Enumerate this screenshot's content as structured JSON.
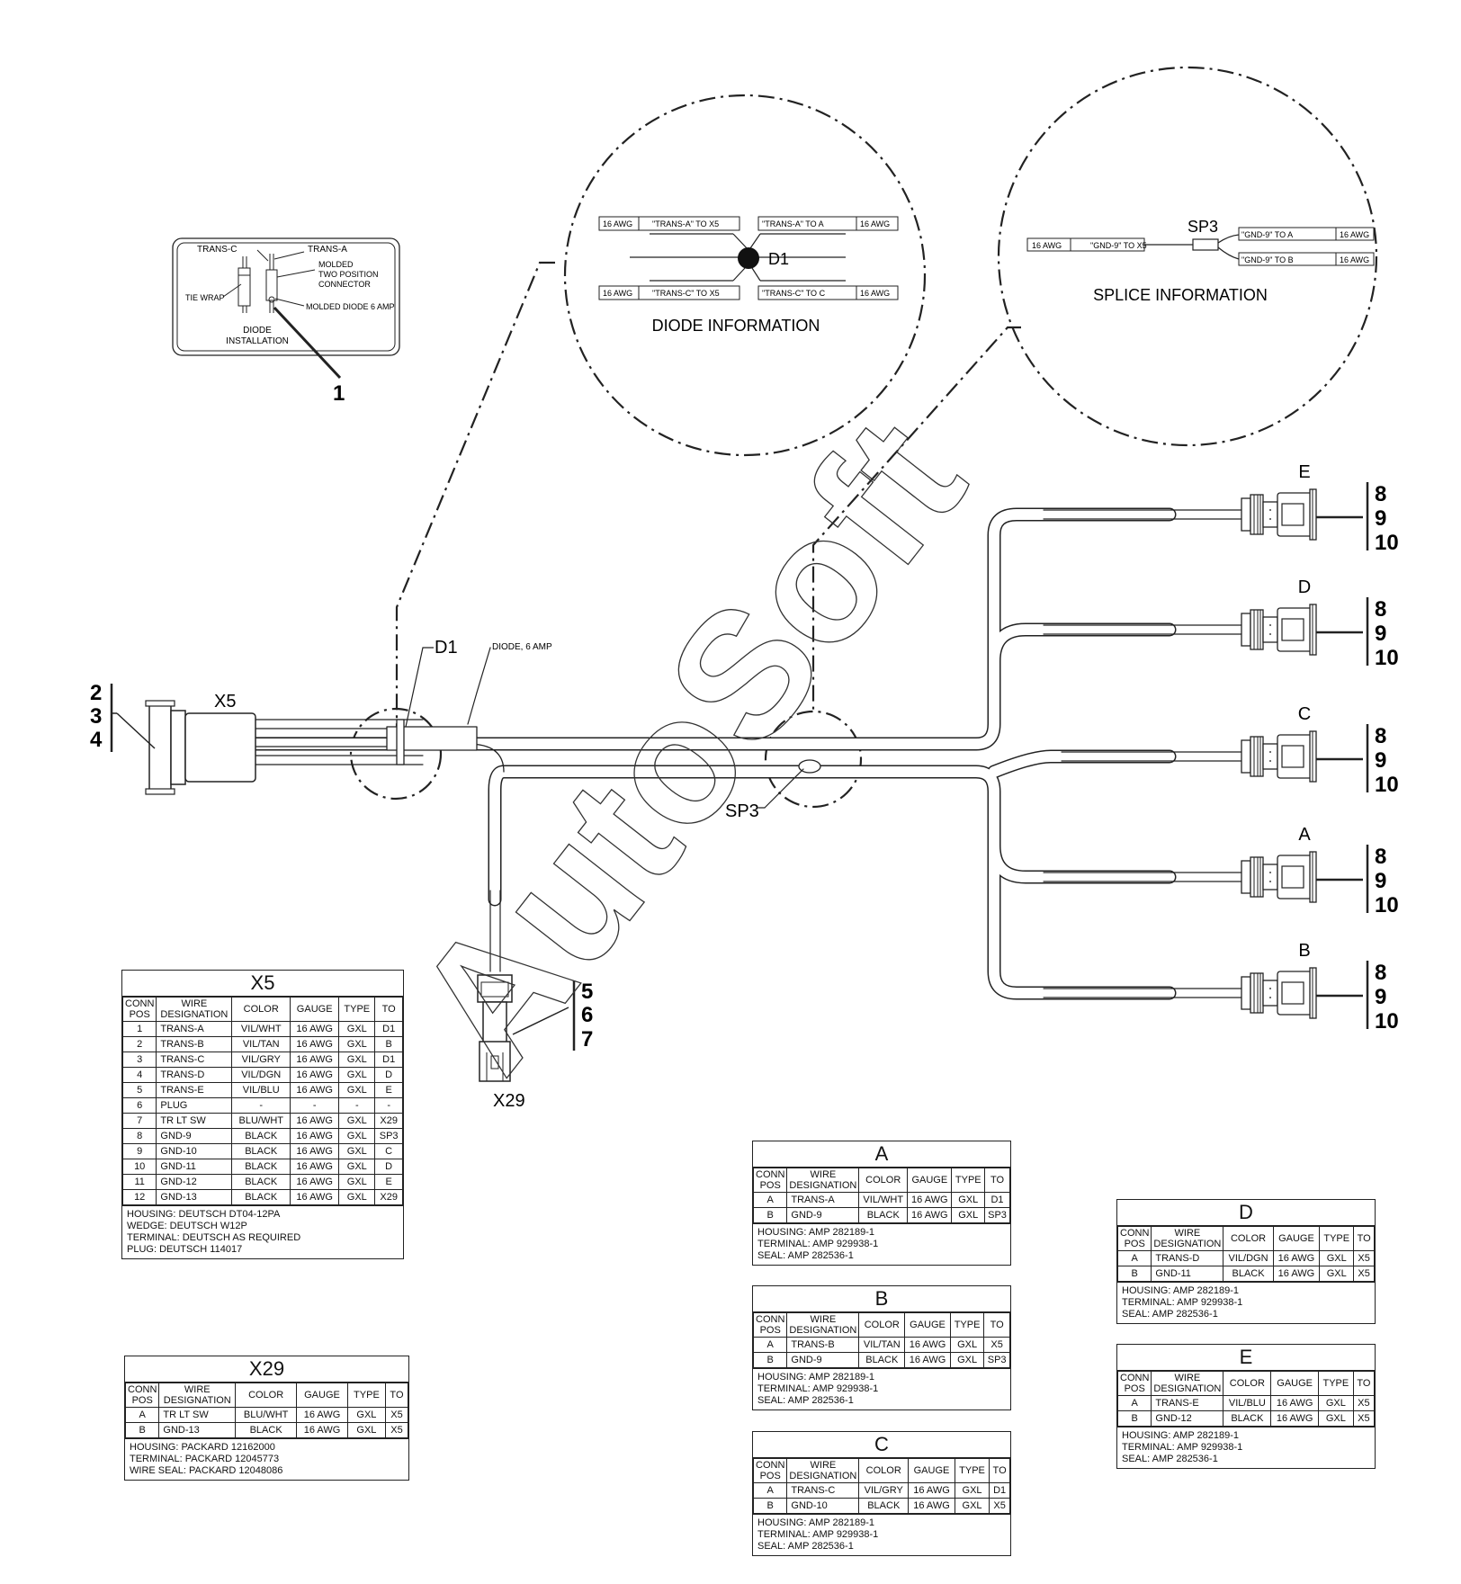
{
  "watermark": "AutoSoft",
  "inset": {
    "trans_c": "TRANS-C",
    "trans_a": "TRANS-A",
    "molded_connector_1": "MOLDED",
    "molded_connector_2": "TWO POSITION",
    "molded_connector_3": "CONNECTOR",
    "tie_wrap": "TIE WRAP",
    "molded_diode": "MOLDED DIODE 6 AMP",
    "caption_1": "DIODE",
    "caption_2": "INSTALLATION",
    "callout": "1"
  },
  "diode_info": {
    "title": "DIODE INFORMATION",
    "component": "D1",
    "tl_gauge": "16 AWG",
    "tl_desc": "\"TRANS-A\" TO X5",
    "tr_desc": "\"TRANS-A\" TO A",
    "tr_gauge": "16 AWG",
    "bl_gauge": "16 AWG",
    "bl_desc": "\"TRANS-C\" TO X5",
    "br_desc": "\"TRANS-C\" TO C",
    "br_gauge": "16 AWG"
  },
  "splice_info": {
    "title": "SPLICE INFORMATION",
    "component": "SP3",
    "l_gauge": "16 AWG",
    "l_desc": "\"GND-9\" TO X5",
    "ra_desc": "\"GND-9\" TO A",
    "ra_gauge": "16 AWG",
    "rb_desc": "\"GND-9\" TO B",
    "rb_gauge": "16 AWG"
  },
  "labels": {
    "x5": "X5",
    "x29": "X29",
    "d1": "D1",
    "diode_6amp": "DIODE, 6 AMP",
    "sp3": "SP3",
    "x5_callouts": [
      "2",
      "3",
      "4"
    ],
    "x29_callouts": [
      "5",
      "6",
      "7"
    ],
    "branch_callouts": [
      "8",
      "9",
      "10"
    ],
    "branches": [
      "E",
      "D",
      "C",
      "A",
      "B"
    ]
  },
  "tables": {
    "x5": {
      "title": "X5",
      "headers": [
        "CONN POS",
        "WIRE DESIGNATION",
        "COLOR",
        "GAUGE",
        "TYPE",
        "TO"
      ],
      "rows": [
        [
          "1",
          "TRANS-A",
          "VIL/WHT",
          "16 AWG",
          "GXL",
          "D1"
        ],
        [
          "2",
          "TRANS-B",
          "VIL/TAN",
          "16 AWG",
          "GXL",
          "B"
        ],
        [
          "3",
          "TRANS-C",
          "VIL/GRY",
          "16 AWG",
          "GXL",
          "D1"
        ],
        [
          "4",
          "TRANS-D",
          "VIL/DGN",
          "16 AWG",
          "GXL",
          "D"
        ],
        [
          "5",
          "TRANS-E",
          "VIL/BLU",
          "16 AWG",
          "GXL",
          "E"
        ],
        [
          "6",
          "PLUG",
          "-",
          "-",
          "-",
          "-"
        ],
        [
          "7",
          "TR LT SW",
          "BLU/WHT",
          "16 AWG",
          "GXL",
          "X29"
        ],
        [
          "8",
          "GND-9",
          "BLACK",
          "16 AWG",
          "GXL",
          "SP3"
        ],
        [
          "9",
          "GND-10",
          "BLACK",
          "16 AWG",
          "GXL",
          "C"
        ],
        [
          "10",
          "GND-11",
          "BLACK",
          "16 AWG",
          "GXL",
          "D"
        ],
        [
          "11",
          "GND-12",
          "BLACK",
          "16 AWG",
          "GXL",
          "E"
        ],
        [
          "12",
          "GND-13",
          "BLACK",
          "16 AWG",
          "GXL",
          "X29"
        ]
      ],
      "notes": [
        "HOUSING: DEUTSCH DT04-12PA",
        "WEDGE: DEUTSCH W12P",
        "TERMINAL: DEUTSCH AS REQUIRED",
        "PLUG: DEUTSCH 114017"
      ]
    },
    "x29": {
      "title": "X29",
      "headers": [
        "CONN POS",
        "WIRE DESIGNATION",
        "COLOR",
        "GAUGE",
        "TYPE",
        "TO"
      ],
      "rows": [
        [
          "A",
          "TR LT SW",
          "BLU/WHT",
          "16 AWG",
          "GXL",
          "X5"
        ],
        [
          "B",
          "GND-13",
          "BLACK",
          "16 AWG",
          "GXL",
          "X5"
        ]
      ],
      "notes": [
        "HOUSING: PACKARD 12162000",
        "TERMINAL: PACKARD 12045773",
        "WIRE SEAL: PACKARD 12048086"
      ]
    },
    "a": {
      "title": "A",
      "headers": [
        "CONN POS",
        "WIRE DESIGNATION",
        "COLOR",
        "GAUGE",
        "TYPE",
        "TO"
      ],
      "rows": [
        [
          "A",
          "TRANS-A",
          "VIL/WHT",
          "16 AWG",
          "GXL",
          "D1"
        ],
        [
          "B",
          "GND-9",
          "BLACK",
          "16 AWG",
          "GXL",
          "SP3"
        ]
      ],
      "notes": [
        "HOUSING: AMP 282189-1",
        "TERMINAL:  AMP 929938-1",
        "SEAL: AMP 282536-1"
      ]
    },
    "b": {
      "title": "B",
      "headers": [
        "CONN POS",
        "WIRE DESIGNATION",
        "COLOR",
        "GAUGE",
        "TYPE",
        "TO"
      ],
      "rows": [
        [
          "A",
          "TRANS-B",
          "VIL/TAN",
          "16 AWG",
          "GXL",
          "X5"
        ],
        [
          "B",
          "GND-9",
          "BLACK",
          "16 AWG",
          "GXL",
          "SP3"
        ]
      ],
      "notes": [
        "HOUSING: AMP 282189-1",
        "TERMINAL:  AMP 929938-1",
        "SEAL: AMP 282536-1"
      ]
    },
    "c": {
      "title": "C",
      "headers": [
        "CONN POS",
        "WIRE DESIGNATION",
        "COLOR",
        "GAUGE",
        "TYPE",
        "TO"
      ],
      "rows": [
        [
          "A",
          "TRANS-C",
          "VIL/GRY",
          "16 AWG",
          "GXL",
          "D1"
        ],
        [
          "B",
          "GND-10",
          "BLACK",
          "16 AWG",
          "GXL",
          "X5"
        ]
      ],
      "notes": [
        "HOUSING: AMP 282189-1",
        "TERMINAL:  AMP 929938-1",
        "SEAL: AMP 282536-1"
      ]
    },
    "d": {
      "title": "D",
      "headers": [
        "CONN POS",
        "WIRE DESIGNATION",
        "COLOR",
        "GAUGE",
        "TYPE",
        "TO"
      ],
      "rows": [
        [
          "A",
          "TRANS-D",
          "VIL/DGN",
          "16 AWG",
          "GXL",
          "X5"
        ],
        [
          "B",
          "GND-11",
          "BLACK",
          "16 AWG",
          "GXL",
          "X5"
        ]
      ],
      "notes": [
        "HOUSING: AMP 282189-1",
        "TERMINAL:  AMP 929938-1",
        "SEAL: AMP 282536-1"
      ]
    },
    "e": {
      "title": "E",
      "headers": [
        "CONN POS",
        "WIRE DESIGNATION",
        "COLOR",
        "GAUGE",
        "TYPE",
        "TO"
      ],
      "rows": [
        [
          "A",
          "TRANS-E",
          "VIL/BLU",
          "16 AWG",
          "GXL",
          "X5"
        ],
        [
          "B",
          "GND-12",
          "BLACK",
          "16 AWG",
          "GXL",
          "X5"
        ]
      ],
      "notes": [
        "HOUSING: AMP 282189-1",
        "TERMINAL:  AMP 929938-1",
        "SEAL: AMP 282536-1"
      ]
    }
  }
}
